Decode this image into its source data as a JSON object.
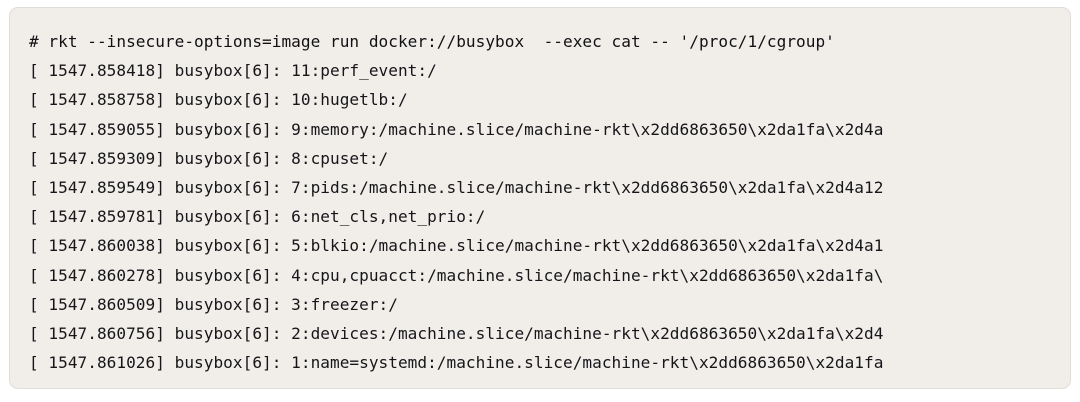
{
  "terminal": {
    "shell_prompt_symbol": "#",
    "command": "# rkt --insecure-options=image run docker://busybox  --exec cat -- '/proc/1/cgroup'",
    "lines": [
      {
        "id": "command",
        "text": "# rkt --insecure-options=image run docker://busybox  --exec cat -- '/proc/1/cgroup'",
        "kind": "command"
      },
      {
        "id": "cgroup-11-perf_event",
        "text": "[ 1547.858418] busybox[6]: 11:perf_event:/",
        "kind": "output"
      },
      {
        "id": "cgroup-10-hugetlb",
        "text": "[ 1547.858758] busybox[6]: 10:hugetlb:/",
        "kind": "output"
      },
      {
        "id": "cgroup-9-memory",
        "text": "[ 1547.859055] busybox[6]: 9:memory:/machine.slice/machine-rkt\\x2dd6863650\\x2da1fa\\x2d4a",
        "kind": "output"
      },
      {
        "id": "cgroup-8-cpuset",
        "text": "[ 1547.859309] busybox[6]: 8:cpuset:/",
        "kind": "output"
      },
      {
        "id": "cgroup-7-pids",
        "text": "[ 1547.859549] busybox[6]: 7:pids:/machine.slice/machine-rkt\\x2dd6863650\\x2da1fa\\x2d4a12",
        "kind": "output"
      },
      {
        "id": "cgroup-6-net_cls_net_prio",
        "text": "[ 1547.859781] busybox[6]: 6:net_cls,net_prio:/",
        "kind": "output"
      },
      {
        "id": "cgroup-5-blkio",
        "text": "[ 1547.860038] busybox[6]: 5:blkio:/machine.slice/machine-rkt\\x2dd6863650\\x2da1fa\\x2d4a1",
        "kind": "output"
      },
      {
        "id": "cgroup-4-cpu-cpuacct",
        "text": "[ 1547.860278] busybox[6]: 4:cpu,cpuacct:/machine.slice/machine-rkt\\x2dd6863650\\x2da1fa\\",
        "kind": "output"
      },
      {
        "id": "cgroup-3-freezer",
        "text": "[ 1547.860509] busybox[6]: 3:freezer:/",
        "kind": "output"
      },
      {
        "id": "cgroup-2-devices",
        "text": "[ 1547.860756] busybox[6]: 2:devices:/machine.slice/machine-rkt\\x2dd6863650\\x2da1fa\\x2d4",
        "kind": "output"
      },
      {
        "id": "cgroup-1-name-systemd",
        "text": "[ 1547.861026] busybox[6]: 1:name=systemd:/machine.slice/machine-rkt\\x2dd6863650\\x2da1fa",
        "kind": "output"
      }
    ]
  },
  "colors": {
    "page_background": "#ffffff",
    "terminal_background": "#f1eeea",
    "terminal_border": "#e0ddd8",
    "text": "#16161a"
  }
}
